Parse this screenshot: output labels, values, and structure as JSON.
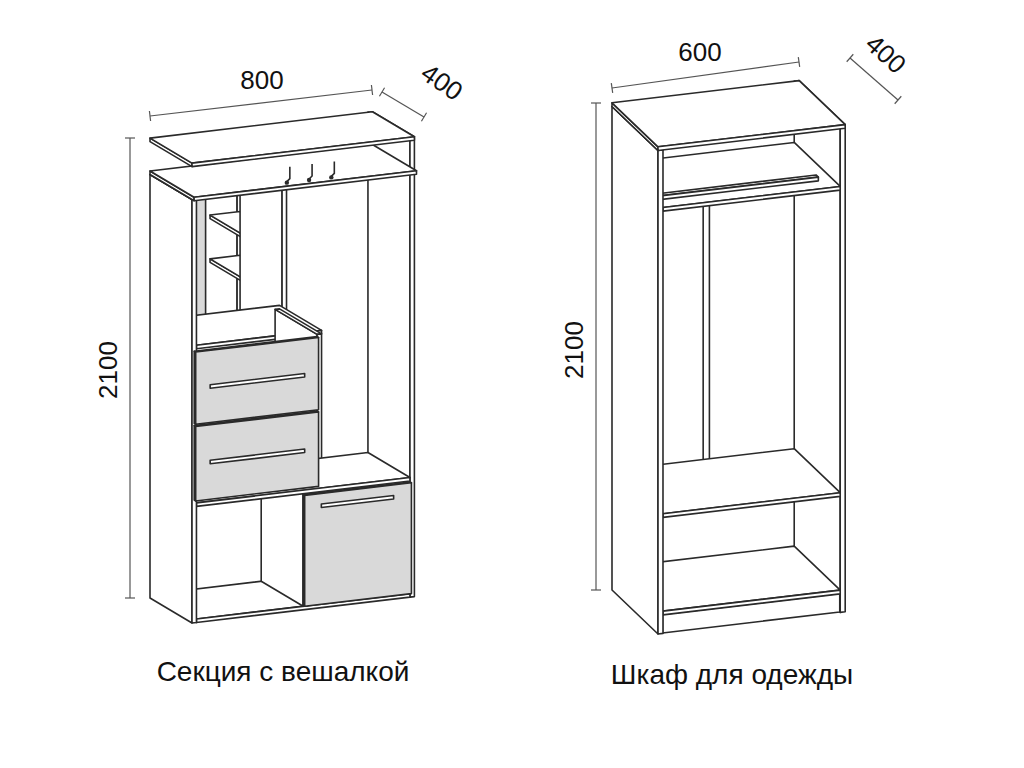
{
  "diagram": {
    "labels": [
      "800",
      "400",
      "2100",
      "Секция с вешалкой",
      "600",
      "400",
      "2100",
      "Шкаф для одежды"
    ]
  }
}
